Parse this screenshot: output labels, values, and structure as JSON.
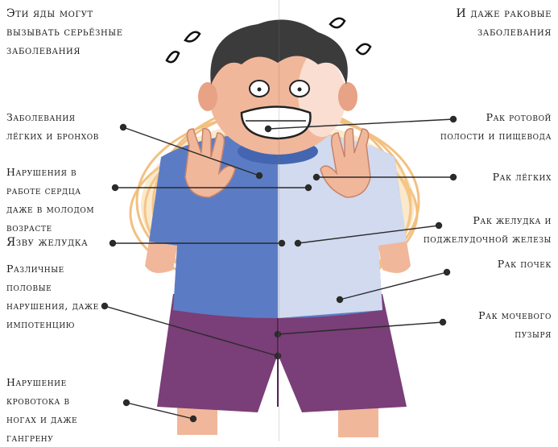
{
  "headings": {
    "left": "Эти яды могут\nвызывать серьёзные\nзаболевания",
    "right": "И даже раковые\nзаболевания"
  },
  "left_labels": [
    {
      "id": "lungs",
      "text": "Заболевания\nлёгких и бронхов"
    },
    {
      "id": "heart",
      "text": "Нарушения в\nработе сердца\nдаже в молодом\nвозрасте"
    },
    {
      "id": "ulcer",
      "text": "Язву желудка"
    },
    {
      "id": "sexual",
      "text": "Различные\nполовые\nнарушения, даже\nимпотенцию"
    },
    {
      "id": "legs",
      "text": "Нарушение\nкровотока в\nногах и даже\nгангрену"
    }
  ],
  "right_labels": [
    {
      "id": "mouth",
      "text": "Рак ротовой\nполости и пищевода"
    },
    {
      "id": "lung-cancer",
      "text": "Рак лёгких"
    },
    {
      "id": "stomach-cancer",
      "text": "Рак желудка и\nподжелудочной железы"
    },
    {
      "id": "kidney-cancer",
      "text": "Рак почек"
    },
    {
      "id": "bladder-cancer",
      "text": "Рак мочевого\nпузыря"
    }
  ],
  "colors": {
    "shirt": "#5b7cc4",
    "shorts": "#7a3e78",
    "skin": "#f1b79a",
    "hair": "#3b3b3b",
    "halo": "#f0b66b",
    "line": "#2b2b2b"
  }
}
